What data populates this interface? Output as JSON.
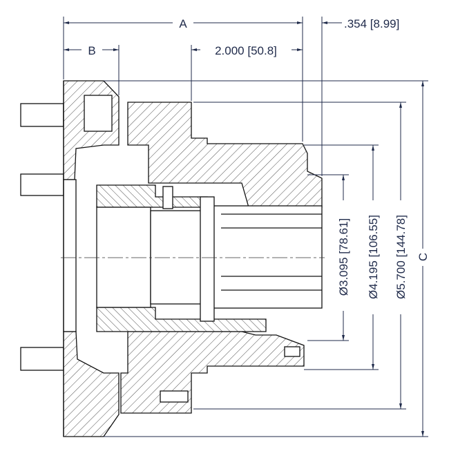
{
  "drawing": {
    "dimensions": {
      "A": "A",
      "B": "B",
      "C": "C",
      "length_2000": "2.000 [50.8]",
      "offset_354": ".354 [8.99]",
      "dia_3095": "Ø3.095 [78.61]",
      "dia_4195": "Ø4.195 [106.55]",
      "dia_5700": "Ø5.700 [144.78]"
    },
    "colors": {
      "dimension": "#1f2a4a",
      "outline": "#111111"
    }
  }
}
